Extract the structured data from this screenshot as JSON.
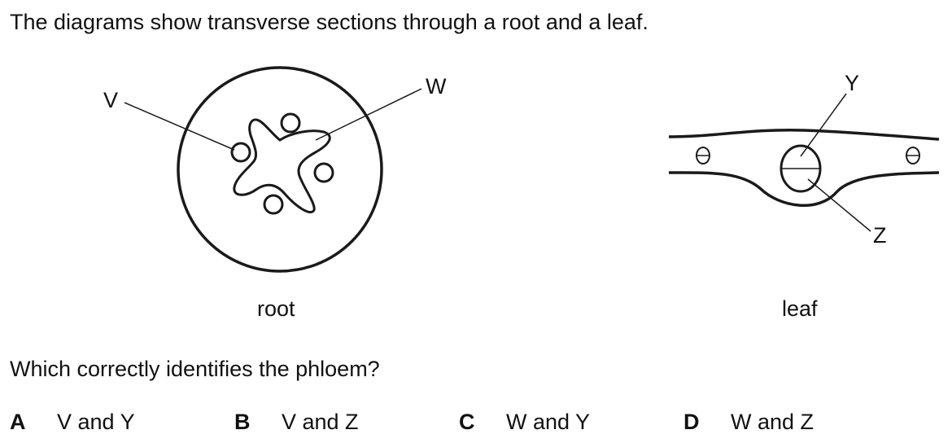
{
  "intro_text": "The diagrams show transverse sections through a root and a leaf.",
  "question_text": "Which correctly identifies the phloem?",
  "root_diagram": {
    "caption": "root",
    "labels": {
      "v": "V",
      "w": "W"
    }
  },
  "leaf_diagram": {
    "caption": "leaf",
    "labels": {
      "y": "Y",
      "z": "Z"
    }
  },
  "options": [
    {
      "letter": "A",
      "text": "V and Y"
    },
    {
      "letter": "B",
      "text": "V and Z"
    },
    {
      "letter": "C",
      "text": "W and Y"
    },
    {
      "letter": "D",
      "text": "W and Z"
    }
  ]
}
